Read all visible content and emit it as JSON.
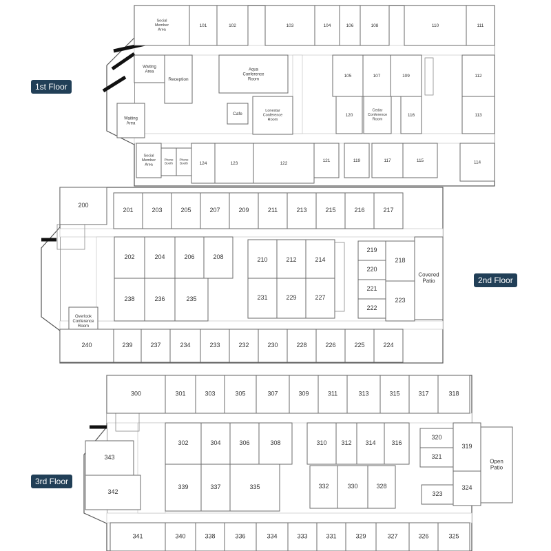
{
  "floor_labels": {
    "first": "1st Floor",
    "second": "2nd Floor",
    "third": "3rd Floor"
  },
  "colors": {
    "badge": "#213f57",
    "wall": "#555555",
    "stair": "#111111"
  },
  "floors": [
    {
      "id": "floor-1",
      "rooms": [
        {
          "label": "Social\nMember\nArea"
        },
        {
          "label": "101"
        },
        {
          "label": "102"
        },
        {
          "label": "103"
        },
        {
          "label": "104"
        },
        {
          "label": "106"
        },
        {
          "label": "108"
        },
        {
          "label": "110"
        },
        {
          "label": "111"
        },
        {
          "label": "Waiting\nArea"
        },
        {
          "label": "Reception"
        },
        {
          "label": "Aqua\nConference\nRoom"
        },
        {
          "label": "105"
        },
        {
          "label": "107"
        },
        {
          "label": "109"
        },
        {
          "label": "112"
        },
        {
          "label": "Waiting\nArea"
        },
        {
          "label": "Cafe"
        },
        {
          "label": "Lonestar\nConference\nRoom"
        },
        {
          "label": "120"
        },
        {
          "label": "Cedar\nConference\nRoom"
        },
        {
          "label": "116"
        },
        {
          "label": "113"
        },
        {
          "label": "Social\nMember\nArea"
        },
        {
          "label": "Phone\nBooth"
        },
        {
          "label": "Phone\nBooth"
        },
        {
          "label": "124"
        },
        {
          "label": "123"
        },
        {
          "label": "122"
        },
        {
          "label": "121"
        },
        {
          "label": "119"
        },
        {
          "label": "117"
        },
        {
          "label": "115"
        },
        {
          "label": "114"
        }
      ]
    },
    {
      "id": "floor-2",
      "rooms": [
        {
          "label": "200"
        },
        {
          "label": "201"
        },
        {
          "label": "203"
        },
        {
          "label": "205"
        },
        {
          "label": "207"
        },
        {
          "label": "209"
        },
        {
          "label": "211"
        },
        {
          "label": "213"
        },
        {
          "label": "215"
        },
        {
          "label": "216"
        },
        {
          "label": "217"
        },
        {
          "label": "202"
        },
        {
          "label": "204"
        },
        {
          "label": "206"
        },
        {
          "label": "208"
        },
        {
          "label": "210"
        },
        {
          "label": "212"
        },
        {
          "label": "214"
        },
        {
          "label": "219"
        },
        {
          "label": "220"
        },
        {
          "label": "218"
        },
        {
          "label": "Covered\nPatio"
        },
        {
          "label": "238"
        },
        {
          "label": "236"
        },
        {
          "label": "235"
        },
        {
          "label": "231"
        },
        {
          "label": "229"
        },
        {
          "label": "227"
        },
        {
          "label": "221"
        },
        {
          "label": "222"
        },
        {
          "label": "223"
        },
        {
          "label": "Overlook\nConference\nRoom"
        },
        {
          "label": "240"
        },
        {
          "label": "239"
        },
        {
          "label": "237"
        },
        {
          "label": "234"
        },
        {
          "label": "233"
        },
        {
          "label": "232"
        },
        {
          "label": "230"
        },
        {
          "label": "228"
        },
        {
          "label": "226"
        },
        {
          "label": "225"
        },
        {
          "label": "224"
        }
      ]
    },
    {
      "id": "floor-3",
      "rooms": [
        {
          "label": "300"
        },
        {
          "label": "301"
        },
        {
          "label": "303"
        },
        {
          "label": "305"
        },
        {
          "label": "307"
        },
        {
          "label": "309"
        },
        {
          "label": "311"
        },
        {
          "label": "313"
        },
        {
          "label": "315"
        },
        {
          "label": "317"
        },
        {
          "label": "318"
        },
        {
          "label": "302"
        },
        {
          "label": "304"
        },
        {
          "label": "306"
        },
        {
          "label": "308"
        },
        {
          "label": "310"
        },
        {
          "label": "312"
        },
        {
          "label": "314"
        },
        {
          "label": "316"
        },
        {
          "label": "320"
        },
        {
          "label": "321"
        },
        {
          "label": "319"
        },
        {
          "label": "Open\nPatio"
        },
        {
          "label": "343"
        },
        {
          "label": "342"
        },
        {
          "label": "339"
        },
        {
          "label": "337"
        },
        {
          "label": "335"
        },
        {
          "label": "332"
        },
        {
          "label": "330"
        },
        {
          "label": "328"
        },
        {
          "label": "323"
        },
        {
          "label": "324"
        },
        {
          "label": "341"
        },
        {
          "label": "340"
        },
        {
          "label": "338"
        },
        {
          "label": "336"
        },
        {
          "label": "334"
        },
        {
          "label": "333"
        },
        {
          "label": "331"
        },
        {
          "label": "329"
        },
        {
          "label": "327"
        },
        {
          "label": "326"
        },
        {
          "label": "325"
        }
      ]
    }
  ]
}
